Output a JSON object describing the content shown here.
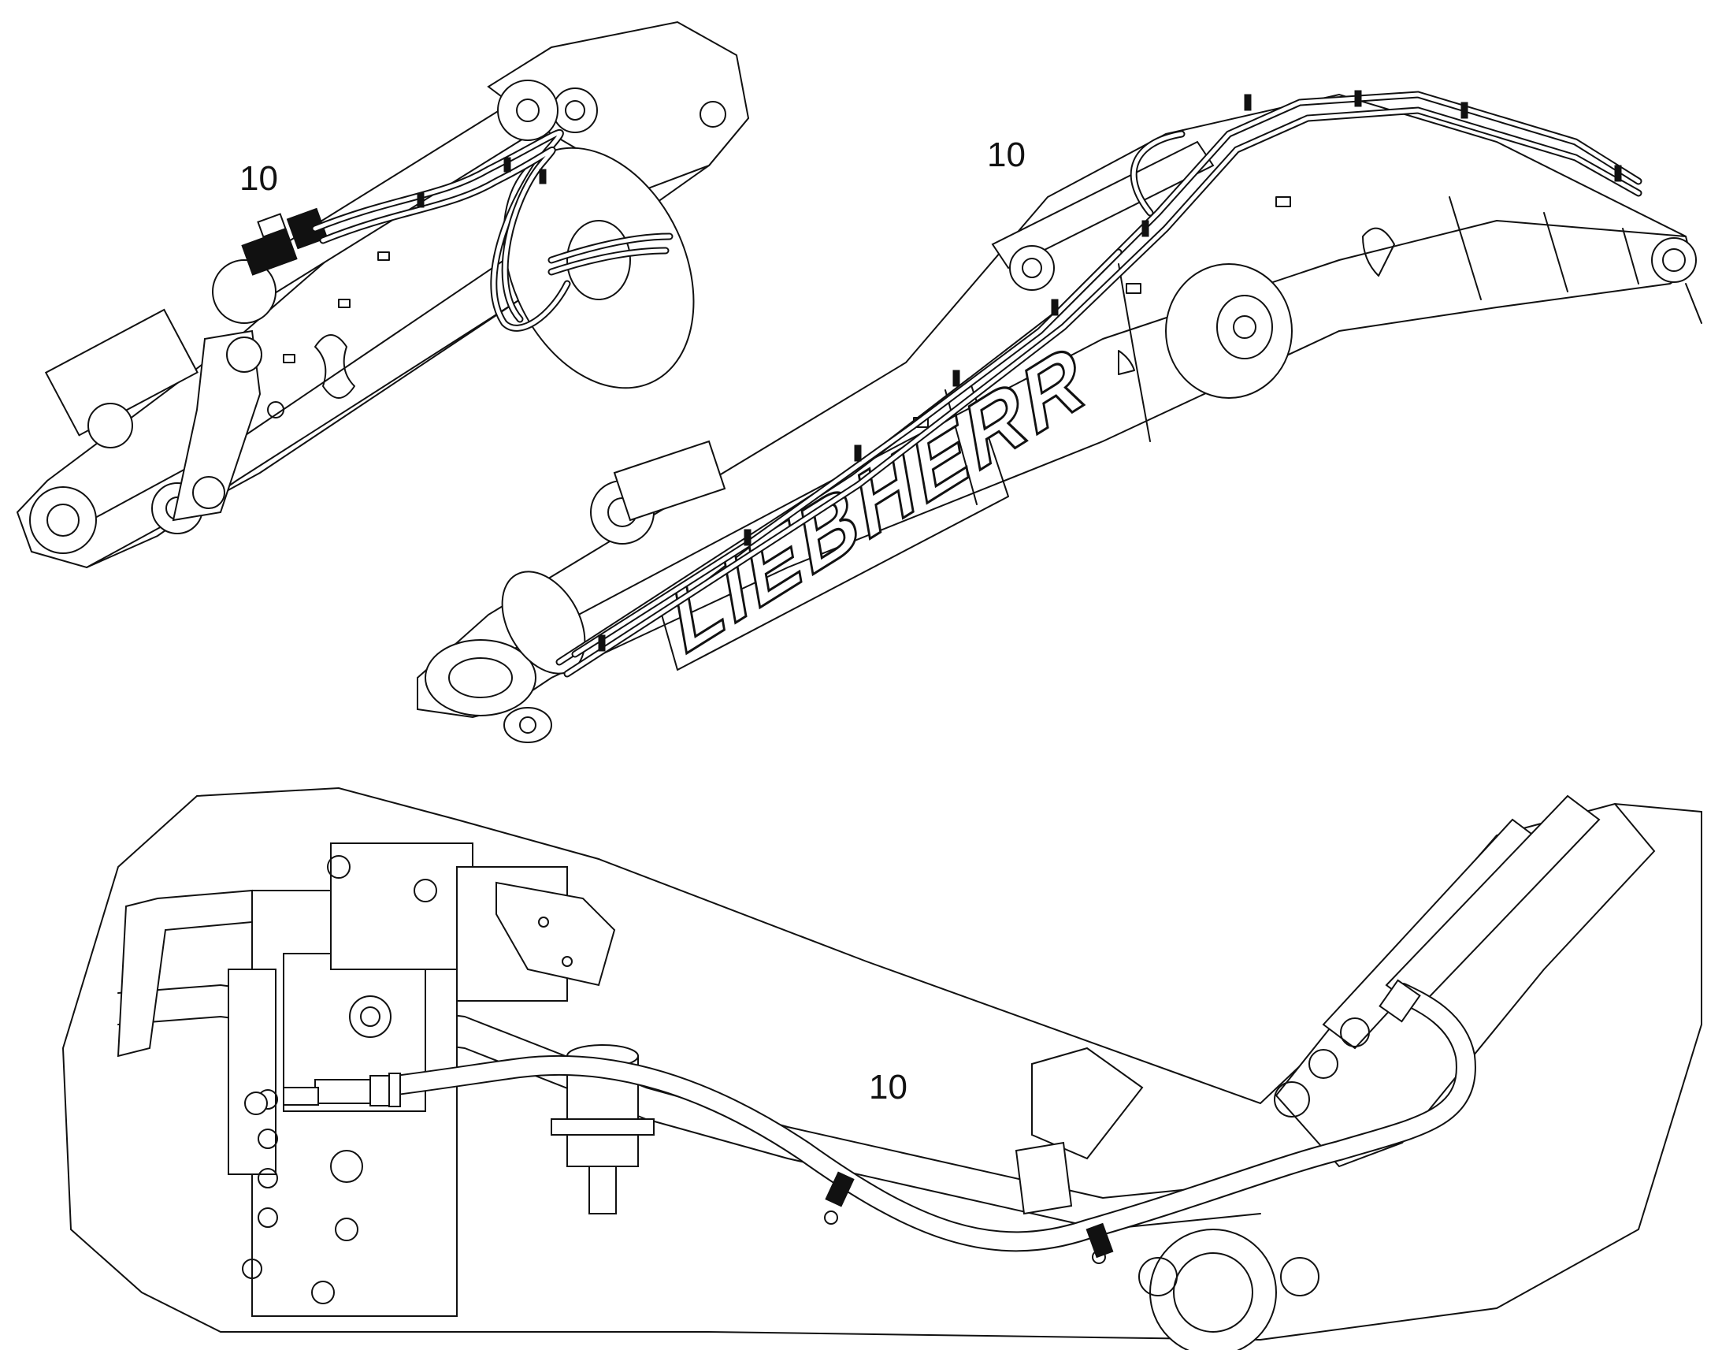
{
  "callouts": [
    {
      "id": "top-left",
      "label": "10"
    },
    {
      "id": "top-right",
      "label": "10"
    },
    {
      "id": "bottom",
      "label": "10"
    }
  ],
  "brand_text": "LIEBHERR"
}
